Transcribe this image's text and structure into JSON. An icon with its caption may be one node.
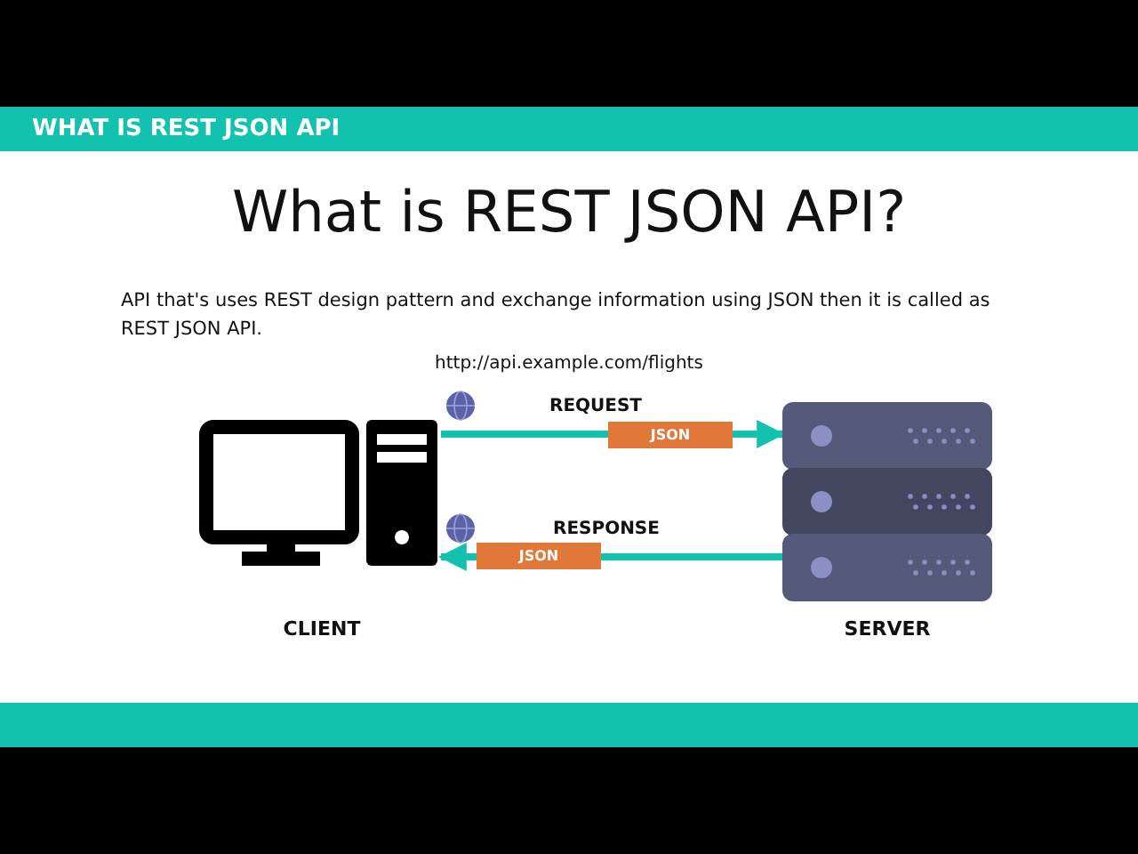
{
  "diagram": {
    "title": "What is REST JSON API?",
    "nodes": [
      {
        "text": [
          "CLIENT"
        ]
      },
      {
        "text": [
          "SERVER"
        ]
      }
    ],
    "edges": [
      {
        "from": 0,
        "to": 1,
        "arrow": "to",
        "label": "REQUEST"
      },
      {
        "from": 1,
        "to": 0,
        "arrow": "to",
        "label": "RESPONSE"
      }
    ],
    "labels": [
      "WHAT IS REST JSON API",
      "API that's uses REST design pattern and exchange information using JSON then it is called as REST JSON API.",
      "http://api.example.com/flights",
      "JSON",
      "JSON"
    ]
  }
}
